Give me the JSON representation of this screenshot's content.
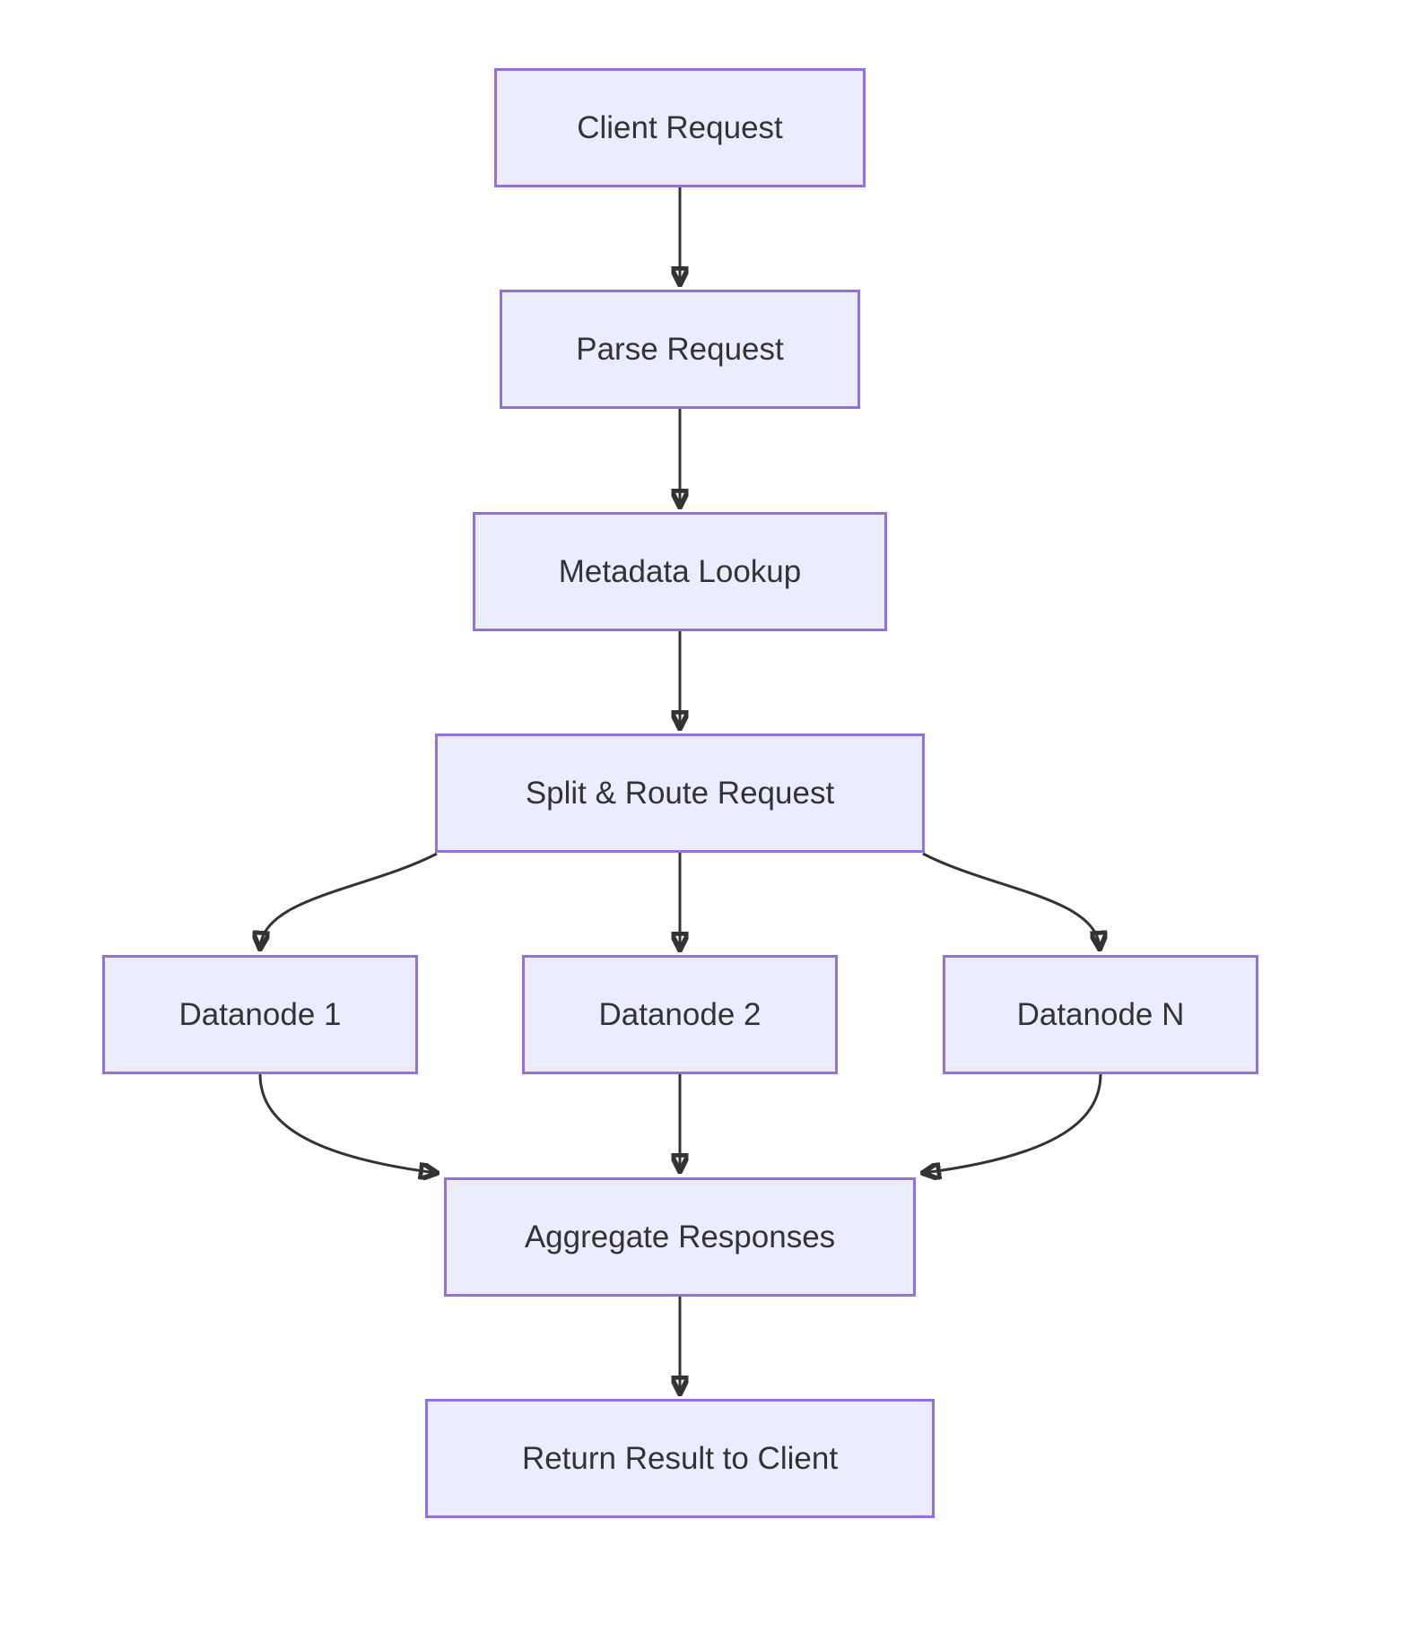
{
  "diagram": {
    "type": "flowchart",
    "direction": "top-down",
    "nodes": [
      {
        "id": "client",
        "label": "Client Request"
      },
      {
        "id": "parse",
        "label": "Parse Request"
      },
      {
        "id": "metadata",
        "label": "Metadata Lookup"
      },
      {
        "id": "split",
        "label": "Split & Route Request"
      },
      {
        "id": "datanode1",
        "label": "Datanode 1"
      },
      {
        "id": "datanode2",
        "label": "Datanode 2"
      },
      {
        "id": "datanodeN",
        "label": "Datanode N"
      },
      {
        "id": "aggregate",
        "label": "Aggregate Responses"
      },
      {
        "id": "return",
        "label": "Return Result to Client"
      }
    ],
    "edges": [
      {
        "from": "client",
        "to": "parse"
      },
      {
        "from": "parse",
        "to": "metadata"
      },
      {
        "from": "metadata",
        "to": "split"
      },
      {
        "from": "split",
        "to": "datanode1"
      },
      {
        "from": "split",
        "to": "datanode2"
      },
      {
        "from": "split",
        "to": "datanodeN"
      },
      {
        "from": "datanode1",
        "to": "aggregate"
      },
      {
        "from": "datanode2",
        "to": "aggregate"
      },
      {
        "from": "datanodeN",
        "to": "aggregate"
      },
      {
        "from": "aggregate",
        "to": "return"
      }
    ],
    "colors": {
      "node_fill": "#ECECFF",
      "node_border": "#9370DB",
      "text": "#333333",
      "edge": "#333333",
      "background": "#FFFFFF"
    }
  }
}
